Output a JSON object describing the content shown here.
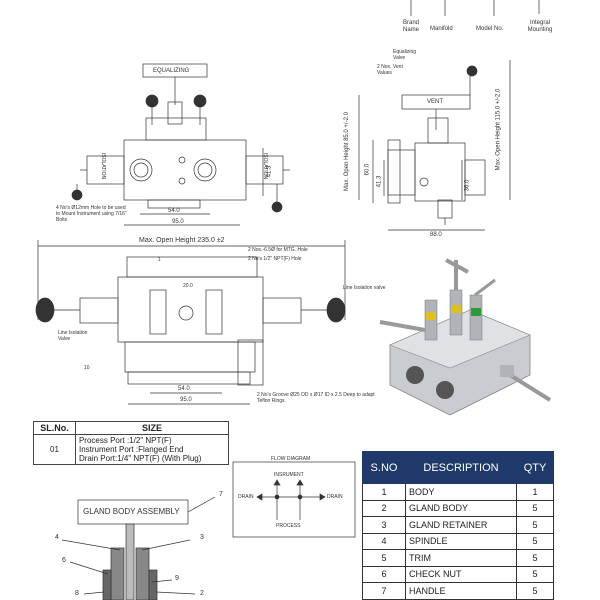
{
  "header_labels": [
    "Brand Name",
    "Manifold",
    "Model No.",
    "Integral Mounting"
  ],
  "front_view": {
    "equalizing_label": "EQUALIZING",
    "side_label_left": "ISOLATION",
    "side_label_right": "ISOLATION",
    "hole_note": "4 No's Ø12mm Hole to be used to Mount Instrument using 7/16\" Bolts",
    "dim_54": "54.0",
    "dim_95": "95.0",
    "dim_41_3": "41.3"
  },
  "side_view": {
    "equalizing_valve": "Equalizing Valve",
    "vent_values": "2 Nos. Vent Values",
    "vent_label": "VENT",
    "max_open_height_85": "Max. Open Height 85.0 +/-2.0",
    "max_open_height_115": "Max. Open Height 115.0 +/-2.0",
    "dim_60": "60.0",
    "dim_41_3": "41.3",
    "dim_36": "36.0",
    "dim_88": "88.0"
  },
  "top_view": {
    "max_open_height": "Max. Open Height 235.0 ±2",
    "mtg_hole": "2 Nos.-6.5Ø for MTG. Hole",
    "npt_hole": "2 No's 1/2\" NPT(F) Hole",
    "line_isolation_valve_right": "Line Isolation valve",
    "line_isolation_valve_left": "Line Isolation Valve",
    "dim_20": "20.0",
    "dim_10": "10",
    "dim_54": "54.0",
    "dim_95": "95.0",
    "groove_note": "2 No's Groove Ø25 OD x Ø17 ID x 2.5 Deep to adapt Teflon Rings.",
    "mark_1": "1"
  },
  "size_table": {
    "headers": [
      "SL.No.",
      "SIZE"
    ],
    "row_no": "01",
    "lines": [
      "Process Port :1/2\" NPT(F)",
      "Instrument Port :Flanged End",
      "Drain Port:1/4\" NPT(F) (With Plug)"
    ]
  },
  "flow_diagram": {
    "title": "FLOW DIAGRAM",
    "instrument": "INSRUMENT",
    "drain_left": "DRAIN",
    "drain_right": "DRAIN",
    "process": "PROCESS"
  },
  "gland": {
    "title": "GLAND BODY ASSEMBLY",
    "callouts": [
      "7",
      "4",
      "3",
      "6",
      "9",
      "8",
      "2"
    ]
  },
  "parts_table": {
    "headers": [
      "S.NO",
      "DESCRIPTION",
      "QTY"
    ],
    "rows": [
      {
        "no": "1",
        "desc": "BODY",
        "qty": "1"
      },
      {
        "no": "2",
        "desc": "GLAND BODY",
        "qty": "5"
      },
      {
        "no": "3",
        "desc": "GLAND RETAINER",
        "qty": "5"
      },
      {
        "no": "4",
        "desc": "SPINDLE",
        "qty": "5"
      },
      {
        "no": "5",
        "desc": "TRIM",
        "qty": "5"
      },
      {
        "no": "6",
        "desc": "CHECK NUT",
        "qty": "5"
      },
      {
        "no": "7",
        "desc": "HANDLE",
        "qty": "5"
      }
    ]
  },
  "colors": {
    "table_header": "#1f3a6a",
    "line": "#333333",
    "steel": "#c9ccd0"
  }
}
